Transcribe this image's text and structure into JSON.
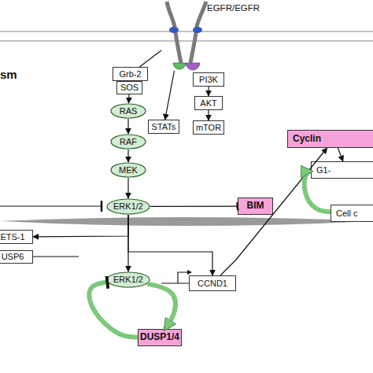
{
  "diagram": {
    "nodes": [
      {
        "text": [
          "EGFR/EGFR"
        ]
      },
      {
        "text": [
          "Grb-2"
        ]
      },
      {
        "text": [
          "SOS"
        ]
      },
      {
        "text": [
          "PI3K"
        ]
      },
      {
        "text": [
          "AKT"
        ]
      },
      {
        "text": [
          "STATs"
        ]
      },
      {
        "text": [
          "mTOR"
        ]
      },
      {
        "text": [
          "RAS"
        ]
      },
      {
        "text": [
          "RAF"
        ]
      },
      {
        "text": [
          "MEK"
        ]
      },
      {
        "text": [
          "ERK1/2"
        ]
      },
      {
        "text": [
          "BIM"
        ]
      },
      {
        "text": [
          "Cyclin"
        ]
      },
      {
        "text": [
          "G1-"
        ]
      },
      {
        "text": [
          "Cell c"
        ]
      },
      {
        "text": [
          "ETS-1"
        ]
      },
      {
        "text": [
          "USP6"
        ]
      },
      {
        "text": [
          "ERK1/2"
        ]
      },
      {
        "text": [
          "DUSP1/4"
        ]
      },
      {
        "text": [
          "CCND1"
        ]
      }
    ],
    "edges": [
      {
        "from": 0,
        "to": 1,
        "arrow": "none"
      },
      {
        "from": 0,
        "to": 5,
        "arrow": "to"
      },
      {
        "from": 2,
        "to": 7,
        "arrow": "to"
      },
      {
        "from": 3,
        "to": 4,
        "arrow": "to"
      },
      {
        "from": 4,
        "to": 6,
        "arrow": "to"
      },
      {
        "from": 7,
        "to": 8,
        "arrow": "to"
      },
      {
        "from": 8,
        "to": 9,
        "arrow": "to"
      },
      {
        "from": 9,
        "to": 10,
        "arrow": "to"
      },
      {
        "from": 10,
        "to": 11,
        "arrow": "to"
      },
      {
        "from": 10,
        "to": 15,
        "arrow": "to"
      },
      {
        "from": 10,
        "to": 17,
        "arrow": "to"
      },
      {
        "from": 10,
        "to": 19,
        "arrow": "to"
      },
      {
        "from": 17,
        "to": 18,
        "arrow": "to"
      },
      {
        "from": 18,
        "to": 17,
        "arrow": "to"
      },
      {
        "from": 19,
        "to": 12,
        "arrow": "to"
      },
      {
        "from": 12,
        "to": 13,
        "arrow": "to"
      },
      {
        "from": 14,
        "to": 13,
        "arrow": "to"
      }
    ],
    "labels": [
      "sm"
    ]
  }
}
